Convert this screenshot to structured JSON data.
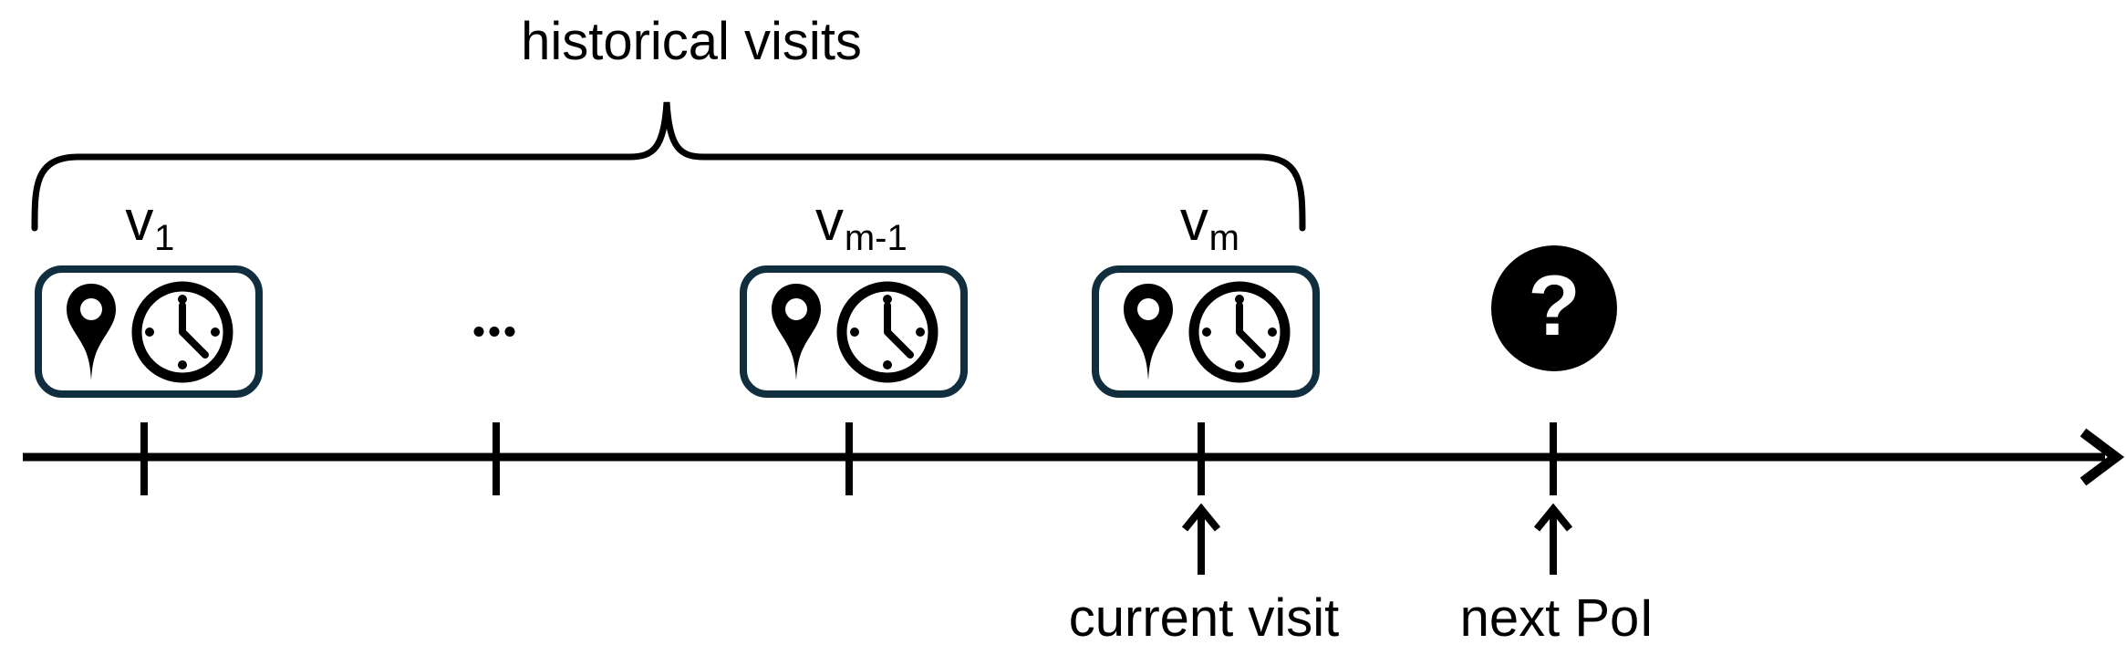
{
  "colors": {
    "ink": "#000000",
    "visit_box_border": "#102e3e",
    "badge_background": "#000000",
    "badge_glyph": "#ffffff"
  },
  "brace": {
    "label": "historical visits"
  },
  "visits": [
    {
      "base": "v",
      "sub": "1"
    },
    {
      "base": "v",
      "sub": "m-1"
    },
    {
      "base": "v",
      "sub": "m"
    }
  ],
  "ellipsis": "...",
  "unknown": {
    "glyph": "?"
  },
  "timeline": {
    "ticks": 5,
    "direction": "right"
  },
  "annotations": {
    "current_visit": "current visit",
    "next_poi": "next PoI"
  },
  "icons": {
    "visit_box": [
      "location-pin-icon",
      "clock-icon"
    ],
    "unknown_badge": "question-mark-icon",
    "axis": "right-arrow-icon",
    "pointers": "up-arrow-icon"
  }
}
